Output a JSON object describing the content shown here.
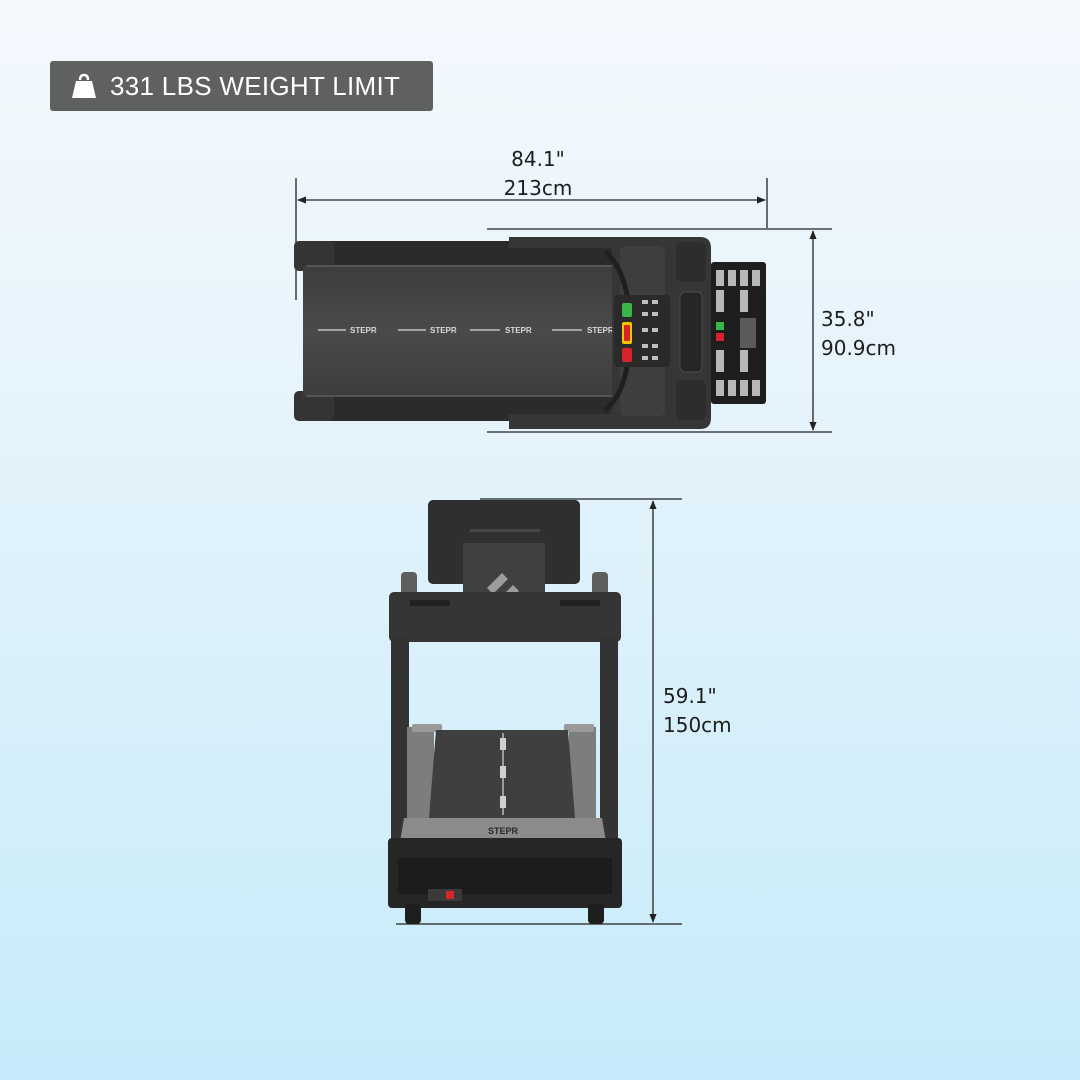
{
  "badge": {
    "icon": "weight-icon",
    "label": "331 LBS WEIGHT LIMIT",
    "color": "#5f6060"
  },
  "top_view": {
    "length_in": "84.1\"",
    "length_cm": "213cm",
    "width_in": "35.8\"",
    "width_cm": "90.9cm",
    "logo_text": "STEPR"
  },
  "front_view": {
    "height_in": "59.1\"",
    "height_cm": "150cm",
    "logo_text": "STEPR"
  },
  "colors": {
    "frame": "#3a3a3a",
    "deck": "#4a4a4a",
    "rail": "#2c2c2c",
    "side": "#7a7a7a",
    "accent_red": "#d8232a",
    "accent_green": "#39b54a",
    "accent_yellow": "#f5c400"
  }
}
